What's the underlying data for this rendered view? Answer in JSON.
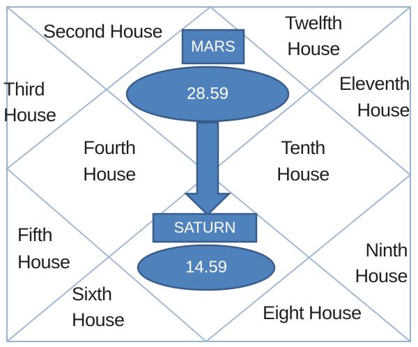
{
  "diagram": {
    "type": "astrology-houses-chart",
    "planets": {
      "mars": {
        "label": "MARS",
        "value": "28.59"
      },
      "saturn": {
        "label": "SATURN",
        "value": "14.59"
      }
    },
    "connector": {
      "shape": "down-arrow",
      "from": "mars-ellipse",
      "to": "saturn-box"
    },
    "houses": {
      "second": {
        "text": "Second House"
      },
      "twelfth": {
        "line1": "Twelfth",
        "line2": "House"
      },
      "third": {
        "line1": "Third",
        "line2": "House"
      },
      "eleventh": {
        "line1": "Eleventh",
        "line2": "House"
      },
      "fourth": {
        "line1": "Fourth",
        "line2": "House"
      },
      "tenth": {
        "line1": "Tenth",
        "line2": "House"
      },
      "fifth": {
        "line1": "Fifth",
        "line2": "House"
      },
      "ninth": {
        "line1": "Ninth",
        "line2": "House"
      },
      "sixth": {
        "line1": "Sixth",
        "line2": "House"
      },
      "eight": {
        "text": "Eight House"
      }
    },
    "colors": {
      "shape_fill": "#4f81bd",
      "shape_border": "#385d8a",
      "construction_line": "#95b3d7",
      "house_text": "#1f1f1f",
      "shape_text": "#ffffff"
    }
  }
}
